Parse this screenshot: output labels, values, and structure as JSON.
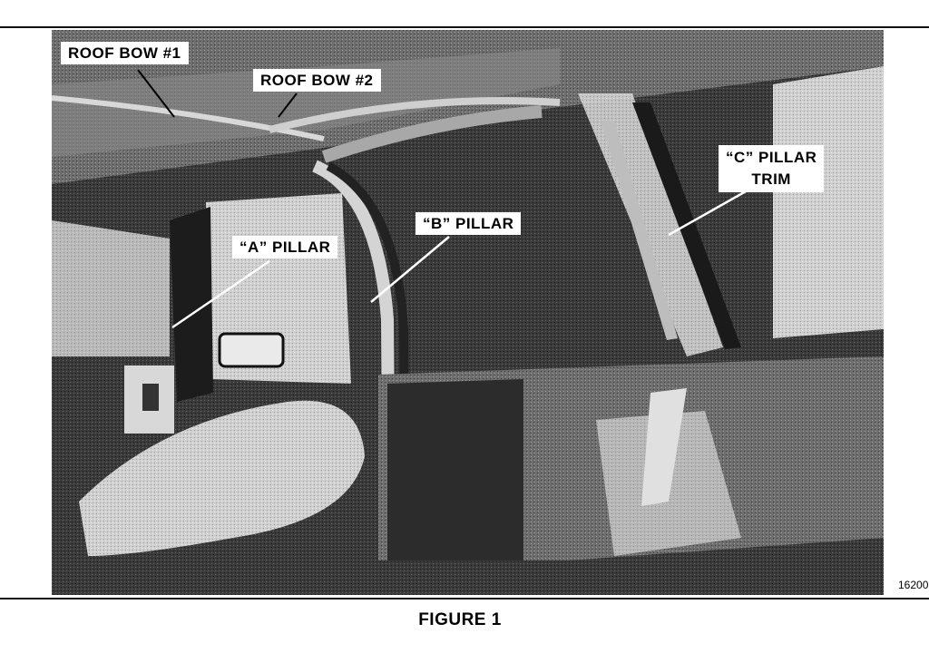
{
  "figure": {
    "caption": "FIGURE 1",
    "code": "16200"
  },
  "callouts": {
    "roof_bow_1": "ROOF BOW #1",
    "roof_bow_2": "ROOF BOW #2",
    "c_pillar_line1": "“C” PILLAR",
    "c_pillar_line2": "TRIM",
    "b_pillar": "“B” PILLAR",
    "a_pillar": "“A” PILLAR"
  }
}
